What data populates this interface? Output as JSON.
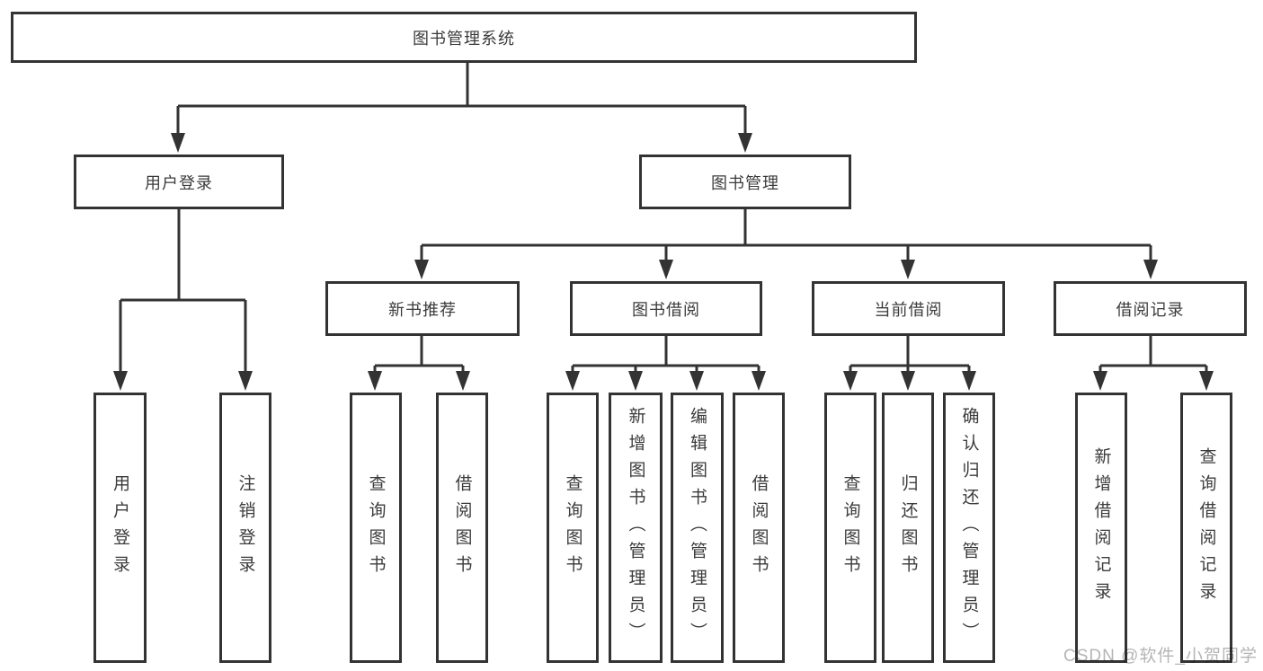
{
  "title": "图书管理系统",
  "watermark": "CSDN @软件_小贺同学",
  "colors": {
    "line": "#333333",
    "box_border": "#333333",
    "box_fill": "#ffffff",
    "text": "#3b3b3b",
    "watermark": "#b5b5b5"
  },
  "branches": [
    {
      "label": "用户登录",
      "leaves": [
        {
          "label": "用户登录"
        },
        {
          "label": "注销登录"
        }
      ]
    },
    {
      "label": "图书管理",
      "sections": [
        {
          "label": "新书推荐",
          "leaves": [
            {
              "label": "查询图书"
            },
            {
              "label": "借阅图书"
            }
          ]
        },
        {
          "label": "图书借阅",
          "leaves": [
            {
              "label": "查询图书"
            },
            {
              "label": "新增图书（管理员）"
            },
            {
              "label": "编辑图书（管理员）"
            },
            {
              "label": "借阅图书"
            }
          ]
        },
        {
          "label": "当前借阅",
          "leaves": [
            {
              "label": "查询图书"
            },
            {
              "label": "归还图书"
            },
            {
              "label": "确认归还（管理员）"
            }
          ]
        },
        {
          "label": "借阅记录",
          "leaves": [
            {
              "label": "新增借阅记录"
            },
            {
              "label": "查询借阅记录"
            }
          ]
        }
      ]
    }
  ]
}
